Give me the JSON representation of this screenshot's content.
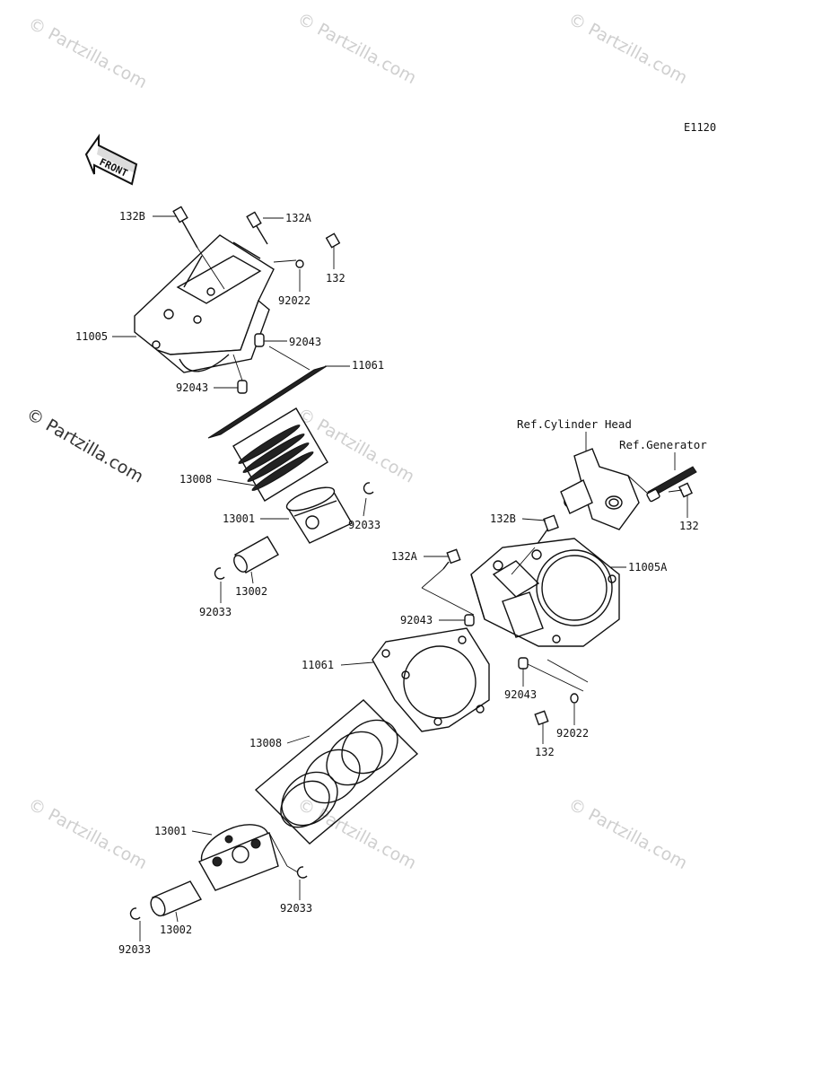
{
  "diagram_code": "E1120",
  "front_label": "FRONT",
  "watermark_text": "© Partzilla.com",
  "refs": {
    "cylinder_head": "Ref.Cylinder Head",
    "generator": "Ref.Generator"
  },
  "labels": {
    "upper_132B": "132B",
    "upper_132A": "132A",
    "upper_132": "132",
    "upper_92022": "92022",
    "upper_11005": "11005",
    "upper_92043_a": "92043",
    "upper_11061": "11061",
    "upper_92043_b": "92043",
    "upper_13008": "13008",
    "upper_13001": "13001",
    "upper_92033_a": "92033",
    "upper_13002": "13002",
    "upper_92033_b": "92033",
    "right_132": "132",
    "lower_132B": "132B",
    "lower_132A": "132A",
    "lower_11005A": "11005A",
    "lower_92043_a": "92043",
    "lower_11061": "11061",
    "lower_92043_b": "92043",
    "lower_132": "132",
    "lower_92022": "92022",
    "lower_13008": "13008",
    "lower_13001": "13001",
    "lower_92033_a": "92033",
    "lower_13002": "13002",
    "lower_92033_b": "92033"
  }
}
